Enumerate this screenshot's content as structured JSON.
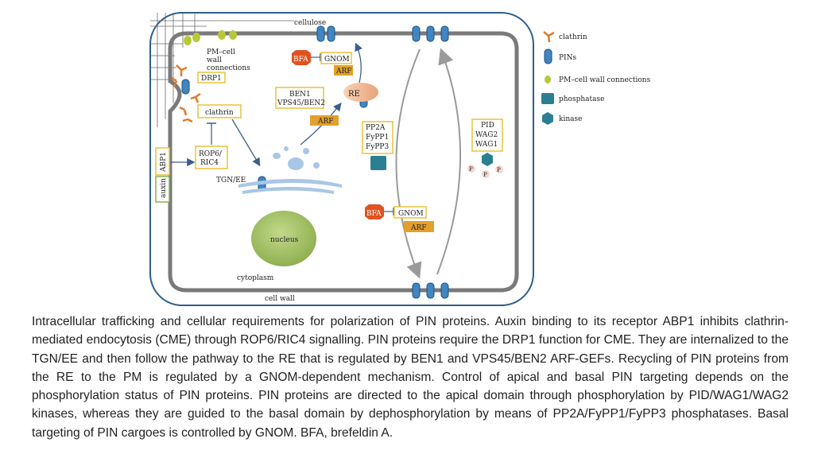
{
  "diagram": {
    "cellulose": "cellulose",
    "pm_cell_wall": [
      "PM–cell",
      "wall",
      "connections"
    ],
    "drp1": "DRP1",
    "clathrin_box": "clathrin",
    "rop6": [
      "ROP6/",
      "RIC4"
    ],
    "abp1": "ABP1",
    "auxin": "auxin",
    "tgn_ee": "TGN/EE",
    "nucleus": "nucleus",
    "cytoplasm": "cytoplasm",
    "cell_wall": "cell wall",
    "bfa_top": "BFA",
    "gnom_top": "GNOM",
    "arf_top": "ARF",
    "ben1": [
      "BEN1",
      "VPS45/BEN2"
    ],
    "arf_mid": "ARF",
    "re": "RE",
    "pp2a": [
      "PP2A",
      "FyPP1",
      "FyPP3"
    ],
    "pid": [
      "PID",
      "WAG2",
      "WAG1"
    ],
    "p_labels": [
      "P",
      "P",
      "P"
    ],
    "bfa_bottom": "BFA",
    "gnom_bottom": "GNOM",
    "arf_bottom": "ARF"
  },
  "legend": [
    {
      "icon": "clathrin-icon",
      "label": "clathrin"
    },
    {
      "icon": "pin-icon",
      "label": "PINs"
    },
    {
      "icon": "pm-cell-wall-connection-icon",
      "label": "PM–cell wall connections"
    },
    {
      "icon": "phosphatase-icon",
      "label": "phosphatase"
    },
    {
      "icon": "kinase-icon",
      "label": "kinase"
    }
  ],
  "colors": {
    "cell_wall": "#2e5f8a",
    "membrane": "#7a7a7a",
    "pin": "#3f86c2",
    "phosphatase": "#2a7f93",
    "yellow_box": "#e8c23a",
    "arf": "#e2a02c",
    "bfa": "#e0521f",
    "nucleus": "#a8c66a",
    "clathrin": "#e07a2c"
  },
  "caption": "Intracellular trafficking and cellular requirements for polarization of PIN proteins. Auxin binding to its receptor ABP1 inhibits clathrin-mediated endocytosis (CME) through ROP6/RIC4 signalling. PIN proteins require the DRP1 function for CME. They are internalized to the TGN/EE and then follow the pathway to the RE that is regulated by BEN1 and VPS45/BEN2 ARF-GEFs. Recycling of PIN proteins from the RE to the PM is regulated by a GNOM-dependent mechanism. Control of apical and basal PIN targeting depends on the phosphorylation status of PIN proteins. PIN proteins are directed to the apical domain through phosphorylation by PID/WAG1/WAG2 kinases, whereas they are guided to the basal domain by dephosphorylation by means of PP2A/FyPP1/FyPP3 phosphatases. Basal targeting of PIN cargoes is controlled by GNOM. BFA, brefeldin A."
}
